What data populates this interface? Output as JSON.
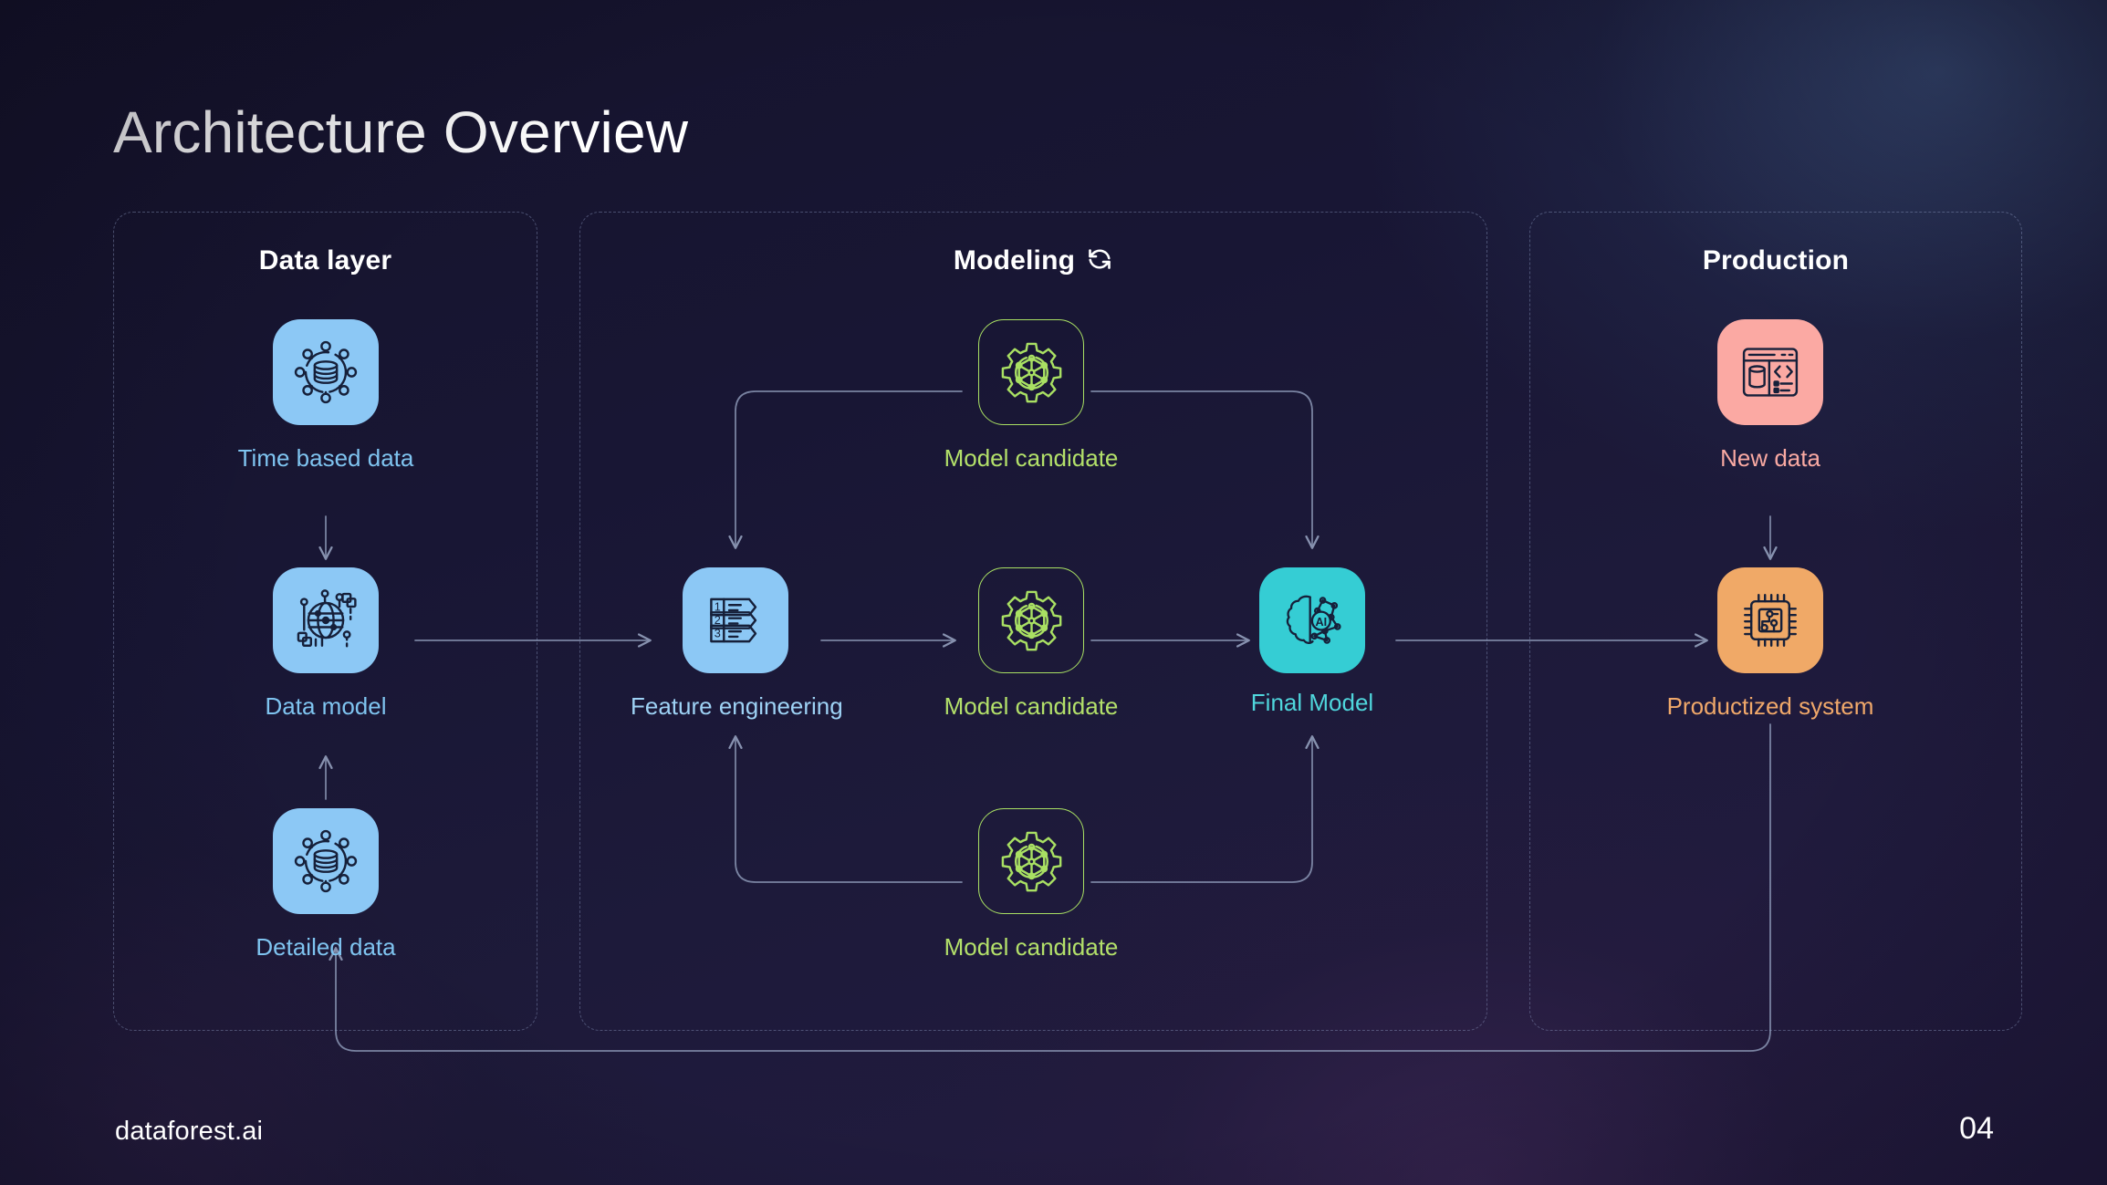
{
  "slide": {
    "title": "Architecture Overview",
    "background_colors": {
      "base": "#181634",
      "accent_top_right": "#3e5682",
      "accent_bottom": "#42285 6"
    }
  },
  "groups": [
    {
      "id": "data-layer",
      "title": "Data layer",
      "has_sync_icon": false
    },
    {
      "id": "modeling",
      "title": "Modeling",
      "has_sync_icon": true,
      "sync_icon": "refresh-icon"
    },
    {
      "id": "production",
      "title": "Production",
      "has_sync_icon": false
    }
  ],
  "nodes": [
    {
      "id": "time-based-data",
      "label": "Time based data",
      "icon": "database-network-icon",
      "tile_color": "#8cc8f5",
      "label_color": "#7fc4f0",
      "group": "data-layer"
    },
    {
      "id": "data-model",
      "label": "Data model",
      "icon": "globe-nodes-icon",
      "tile_color": "#8cc8f5",
      "label_color": "#7fc4f0",
      "group": "data-layer"
    },
    {
      "id": "detailed-data",
      "label": "Detailed data",
      "icon": "database-network-icon",
      "tile_color": "#8cc8f5",
      "label_color": "#7fc4f0",
      "group": "data-layer"
    },
    {
      "id": "feature-engineering",
      "label": "Feature engineering",
      "icon": "numbered-list-icon",
      "tile_color": "#8cc8f5",
      "label_color": "#9ed2f5",
      "group": "modeling"
    },
    {
      "id": "model-candidate-top",
      "label": "Model candidate",
      "icon": "gear-network-icon",
      "tile_color": "transparent",
      "label_color": "#b3e06a",
      "group": "modeling"
    },
    {
      "id": "model-candidate-middle",
      "label": "Model candidate",
      "icon": "gear-network-icon",
      "tile_color": "transparent",
      "label_color": "#b3e06a",
      "group": "modeling"
    },
    {
      "id": "model-candidate-bottom",
      "label": "Model candidate",
      "icon": "gear-network-icon",
      "tile_color": "transparent",
      "label_color": "#b3e06a",
      "group": "modeling"
    },
    {
      "id": "final-model",
      "label": "Final Model",
      "icon": "ai-brain-icon",
      "tile_color": "#35cdd4",
      "label_color": "#4fd6dc",
      "group": "modeling"
    },
    {
      "id": "new-data",
      "label": "New data",
      "icon": "browser-code-db-icon",
      "tile_color": "#fba9a3",
      "label_color": "#f9a9a2",
      "group": "production"
    },
    {
      "id": "productized-system",
      "label": "Productized system",
      "icon": "cpu-chip-icon",
      "tile_color": "#f0a967",
      "label_color": "#f0a86a",
      "group": "production"
    }
  ],
  "connectors": [
    {
      "from": "time-based-data",
      "to": "data-model",
      "kind": "arrow-down"
    },
    {
      "from": "detailed-data",
      "to": "data-model",
      "kind": "arrow-up"
    },
    {
      "from": "data-model",
      "to": "feature-engineering",
      "kind": "arrow-right"
    },
    {
      "from": "model-candidate-top",
      "to": "feature-engineering",
      "kind": "elbow-down-left"
    },
    {
      "from": "feature-engineering",
      "to": "model-candidate-middle",
      "kind": "arrow-right"
    },
    {
      "from": "model-candidate-bottom",
      "to": "feature-engineering",
      "kind": "elbow-up-left"
    },
    {
      "from": "model-candidate-middle",
      "to": "final-model",
      "kind": "arrow-right"
    },
    {
      "from": "model-candidate-top",
      "to": "final-model",
      "kind": "elbow-down-right"
    },
    {
      "from": "model-candidate-bottom",
      "to": "final-model",
      "kind": "elbow-up-right"
    },
    {
      "from": "final-model",
      "to": "productized-system",
      "kind": "arrow-right"
    },
    {
      "from": "new-data",
      "to": "productized-system",
      "kind": "arrow-down"
    },
    {
      "from": "productized-system",
      "to": "detailed-data",
      "kind": "feedback-loop"
    }
  ],
  "footer": {
    "brand": "dataforest.ai",
    "page_number": "04"
  }
}
